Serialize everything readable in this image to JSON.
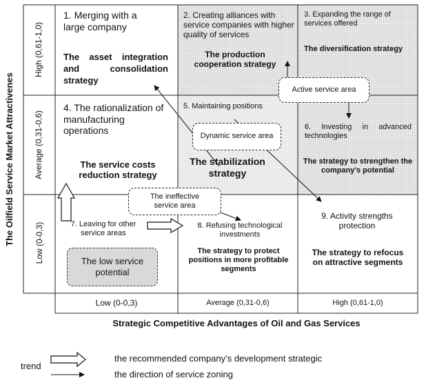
{
  "y_axis_title": "The Oilfield Service Market Attractivenes",
  "x_axis_title": "Strategic Competitive Advantages of Oil and Gas Services",
  "row_labels": [
    "High (0,61-1,0)",
    "Average (0,31-0,6)",
    "Low (0-0,3)"
  ],
  "col_labels": [
    "Low (0-0,3)",
    "Average (0,31-0,6)",
    "High (0,61-1,0)"
  ],
  "cells": {
    "c1": {
      "title": "1. Merging with a large company",
      "strategy": "The asset integration and consolidation strategy"
    },
    "c2": {
      "title": "2. Creating alliances with service companies with higher quality of services",
      "strategy": "The production cooperation strategy"
    },
    "c3": {
      "title": "3. Expanding the range of services offered",
      "strategy": "The diversification strategy"
    },
    "c4": {
      "title": "4. The rationalization of manufacturing operations",
      "strategy": "The service costs reduction strategy"
    },
    "c5": {
      "title": "5. Maintaining positions",
      "strategy": "The stabilization strategy"
    },
    "c6": {
      "title": "6. Investing in advanced technologies",
      "strategy": "The strategy to strengthen the company’s potential"
    },
    "c7": {
      "title": "7. Leaving for other service areas",
      "strategy": "The low service potential"
    },
    "c8": {
      "title": "8. Refusing technological investments",
      "strategy": "The strategy to protect positions in more profitable segments"
    },
    "c9": {
      "title": "9. Activity strengths protection",
      "strategy": "The strategy to refocus on attractive segments"
    }
  },
  "zones": {
    "active": "Active service area",
    "dynamic": "Dynamic service area",
    "ineffective": "The ineffective service area"
  },
  "legend": {
    "trend_word": "trend",
    "hollow_arrow_text": "the recommended company’s development strategic",
    "line_arrow_text": "the direction of service zoning"
  }
}
